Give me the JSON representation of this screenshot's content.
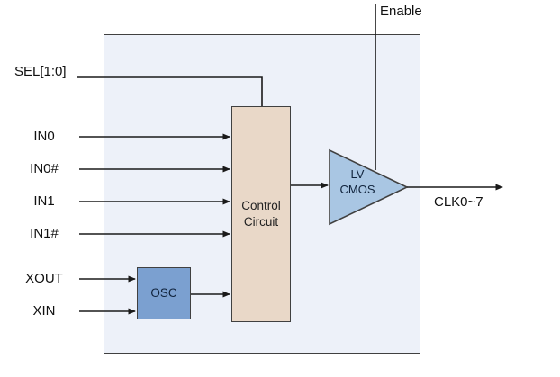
{
  "diagram": {
    "enable_label": "Enable",
    "sel_label": "SEL[1:0]",
    "inputs": [
      {
        "label": "IN0"
      },
      {
        "label": "IN0#"
      },
      {
        "label": "IN1"
      },
      {
        "label": "IN1#"
      },
      {
        "label": "XOUT"
      },
      {
        "label": "XIN"
      }
    ],
    "blocks": {
      "control": {
        "line1": "Control",
        "line2": "Circuit"
      },
      "osc": {
        "label": "OSC"
      },
      "buffer": {
        "line1": "LV",
        "line2": "CMOS"
      }
    },
    "output_label": "CLK0~7",
    "colors": {
      "outer_fill": "#edf1f9",
      "control_fill": "#e9d8c8",
      "osc_fill": "#7ba0d0",
      "buffer_fill": "#a9c6e3",
      "line": "#1a1a1a",
      "border": "#404040"
    }
  }
}
